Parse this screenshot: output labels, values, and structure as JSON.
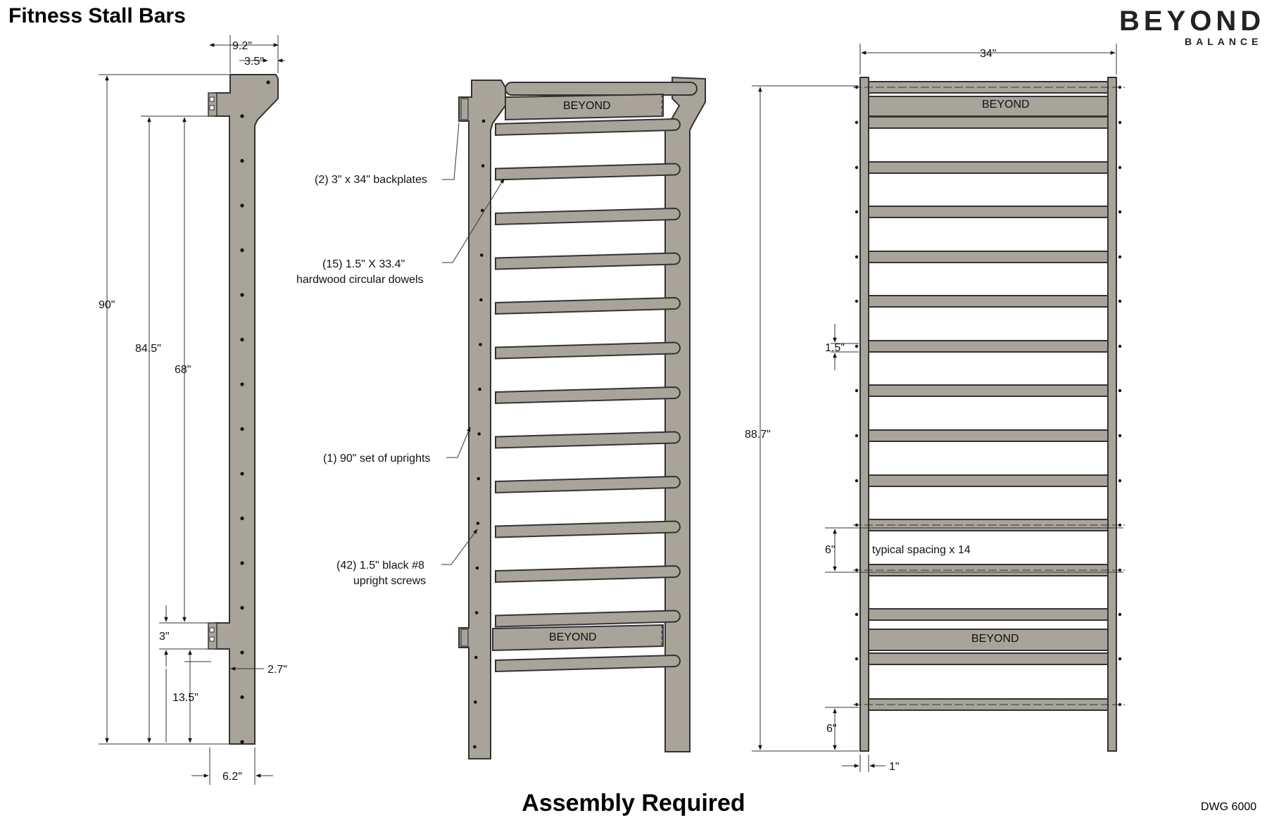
{
  "title": "Fitness Stall Bars",
  "logo": {
    "word": "BEYOND",
    "sub": "BALANCE"
  },
  "footer": "Assembly Required",
  "drawing_number": "DWG 6000",
  "side_view": {
    "dims": {
      "top_width": "9.2\"",
      "cap_width": "3.5\"",
      "overall_height": "90\"",
      "upper_span": "84.5\"",
      "backplate_span": "68\"",
      "backplate_height": "3\"",
      "bottom_offset": "13.5\"",
      "depth": "2.7\"",
      "base_width": "6.2\""
    }
  },
  "iso_view": {
    "callouts": {
      "backplates": "(2) 3\" x 34\" backplates",
      "dowels_line1": "(15) 1.5\" X 33.4\"",
      "dowels_line2": "hardwood circular dowels",
      "uprights": "(1) 90\" set of uprights",
      "screws_line1": "(42) 1.5\" black #8",
      "screws_line2": "upright screws"
    }
  },
  "front_view": {
    "dims": {
      "width": "34\"",
      "height": "88.7\"",
      "dowel_dia": "1.5\"",
      "spacing": "6\"",
      "bottom_gap": "6\"",
      "post": "1\""
    },
    "note": "typical spacing x 14"
  },
  "colors": {
    "wood": "#a9a49a",
    "line": "#333333"
  }
}
